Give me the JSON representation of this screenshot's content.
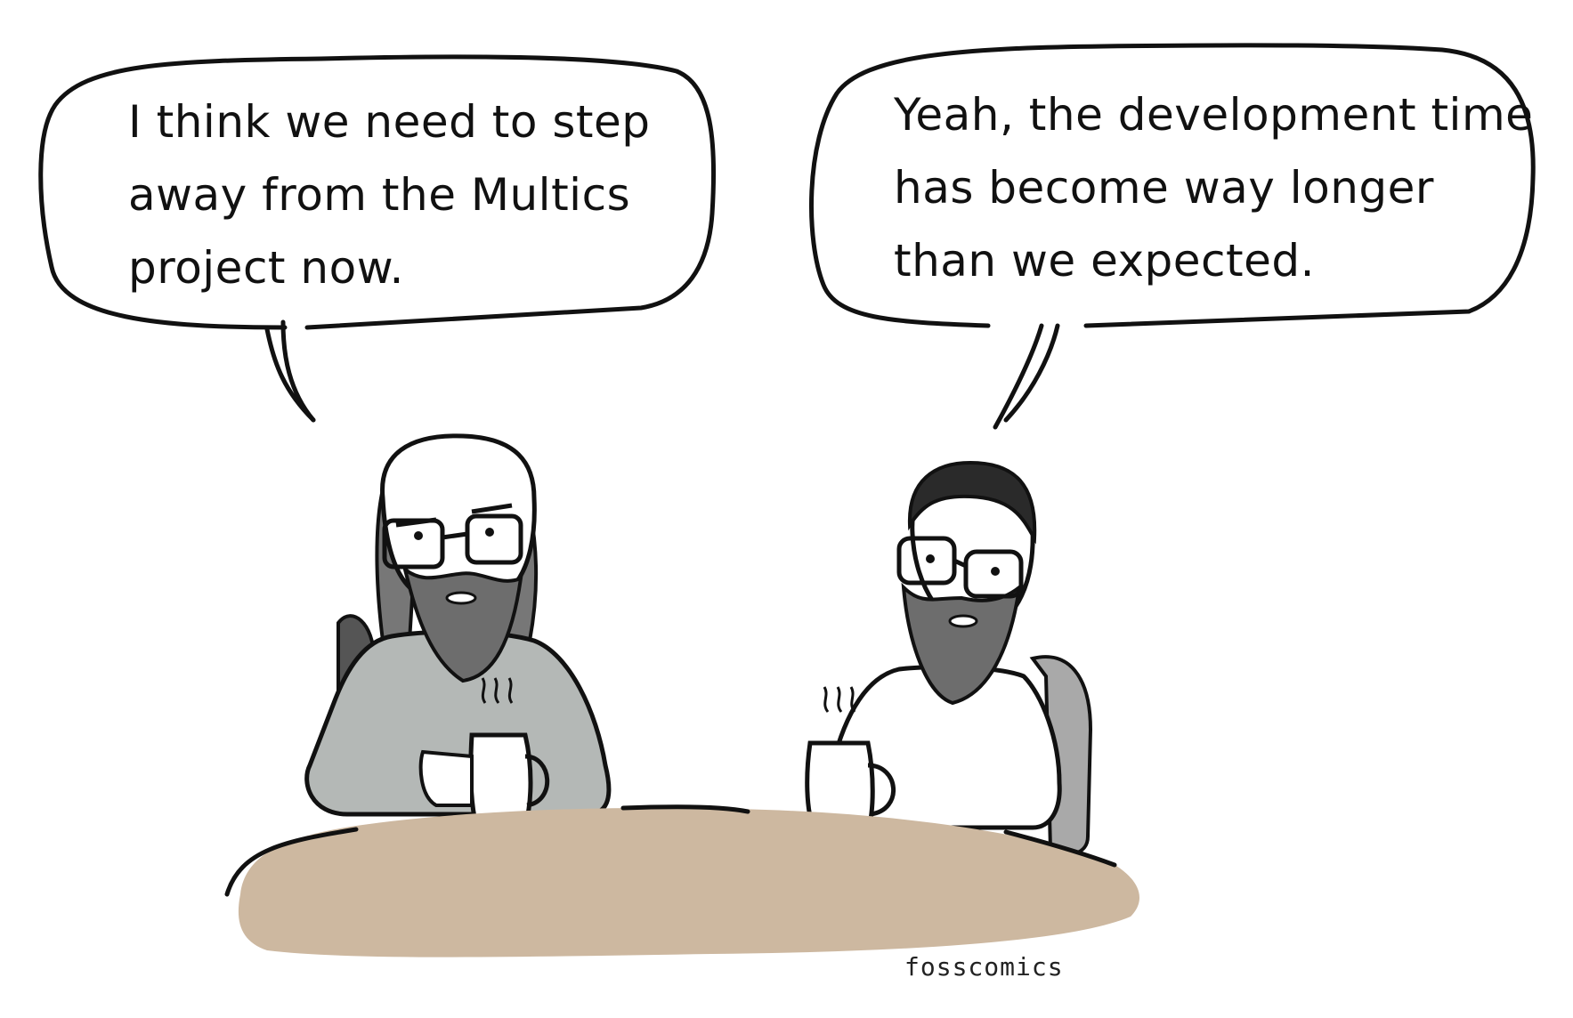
{
  "comic": {
    "left_bubble": {
      "lines": [
        "I think we need to step",
        "away from the Multics",
        "project now."
      ]
    },
    "right_bubble": {
      "lines": [
        "Yeah, the development time",
        "has become way longer",
        "than we expected."
      ]
    },
    "credit": "fosscomics"
  },
  "colors": {
    "ink": "#111111",
    "table": "#cdb8a0",
    "sweater": "#b4b8b6",
    "beard": "#6d6d6d",
    "hair_dark": "#2a2a2a",
    "chair": "#a9a9a9"
  }
}
